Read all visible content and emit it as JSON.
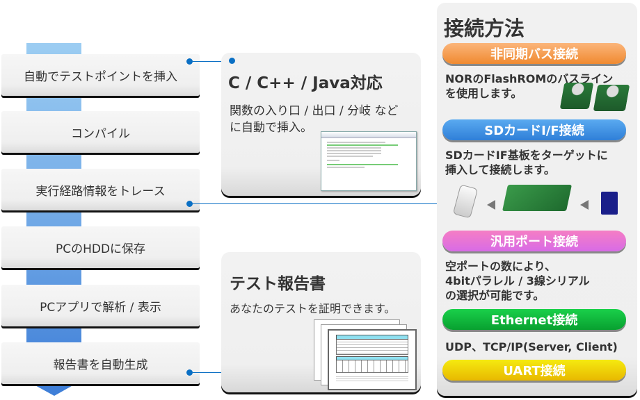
{
  "steps": [
    "自動でテストポイントを挿入",
    "コンパイル",
    "実行経路情報をトレース",
    "PCのHDDに保存",
    "PCアプリで解析 / 表示",
    "報告書を自動生成"
  ],
  "panel_lang": {
    "title": "C / C++ / Java対応",
    "text1": "関数の入り口 / 出口 / 分岐 など",
    "text2": "に自動で挿入。"
  },
  "panel_report": {
    "title": "テスト報告書",
    "text": "あなたのテストを証明できます。"
  },
  "connect": {
    "title": "接続方法",
    "items": [
      {
        "label": "非同期バス接続",
        "color": "#f39a4a",
        "lines": [
          "NORのFlashROMのバスライン",
          "を使用します。"
        ]
      },
      {
        "label": "SDカードI/F接続",
        "color": "#3d8de0",
        "lines": [
          "SDカードIF基板をターゲットに",
          "挿入して接続します。"
        ]
      },
      {
        "label": "汎用ポート接続",
        "color": "#e070e0",
        "lines": [
          "空ポートの数により、",
          "4bitパラレル / 3線シリアル",
          "の選択が可能です。"
        ]
      },
      {
        "label": "Ethernet接続",
        "color": "#10b83a",
        "lines": [
          "UDP、TCP/IP(Server, Client)"
        ]
      },
      {
        "label": "UART接続",
        "color": "#e8c800",
        "lines": []
      }
    ]
  }
}
